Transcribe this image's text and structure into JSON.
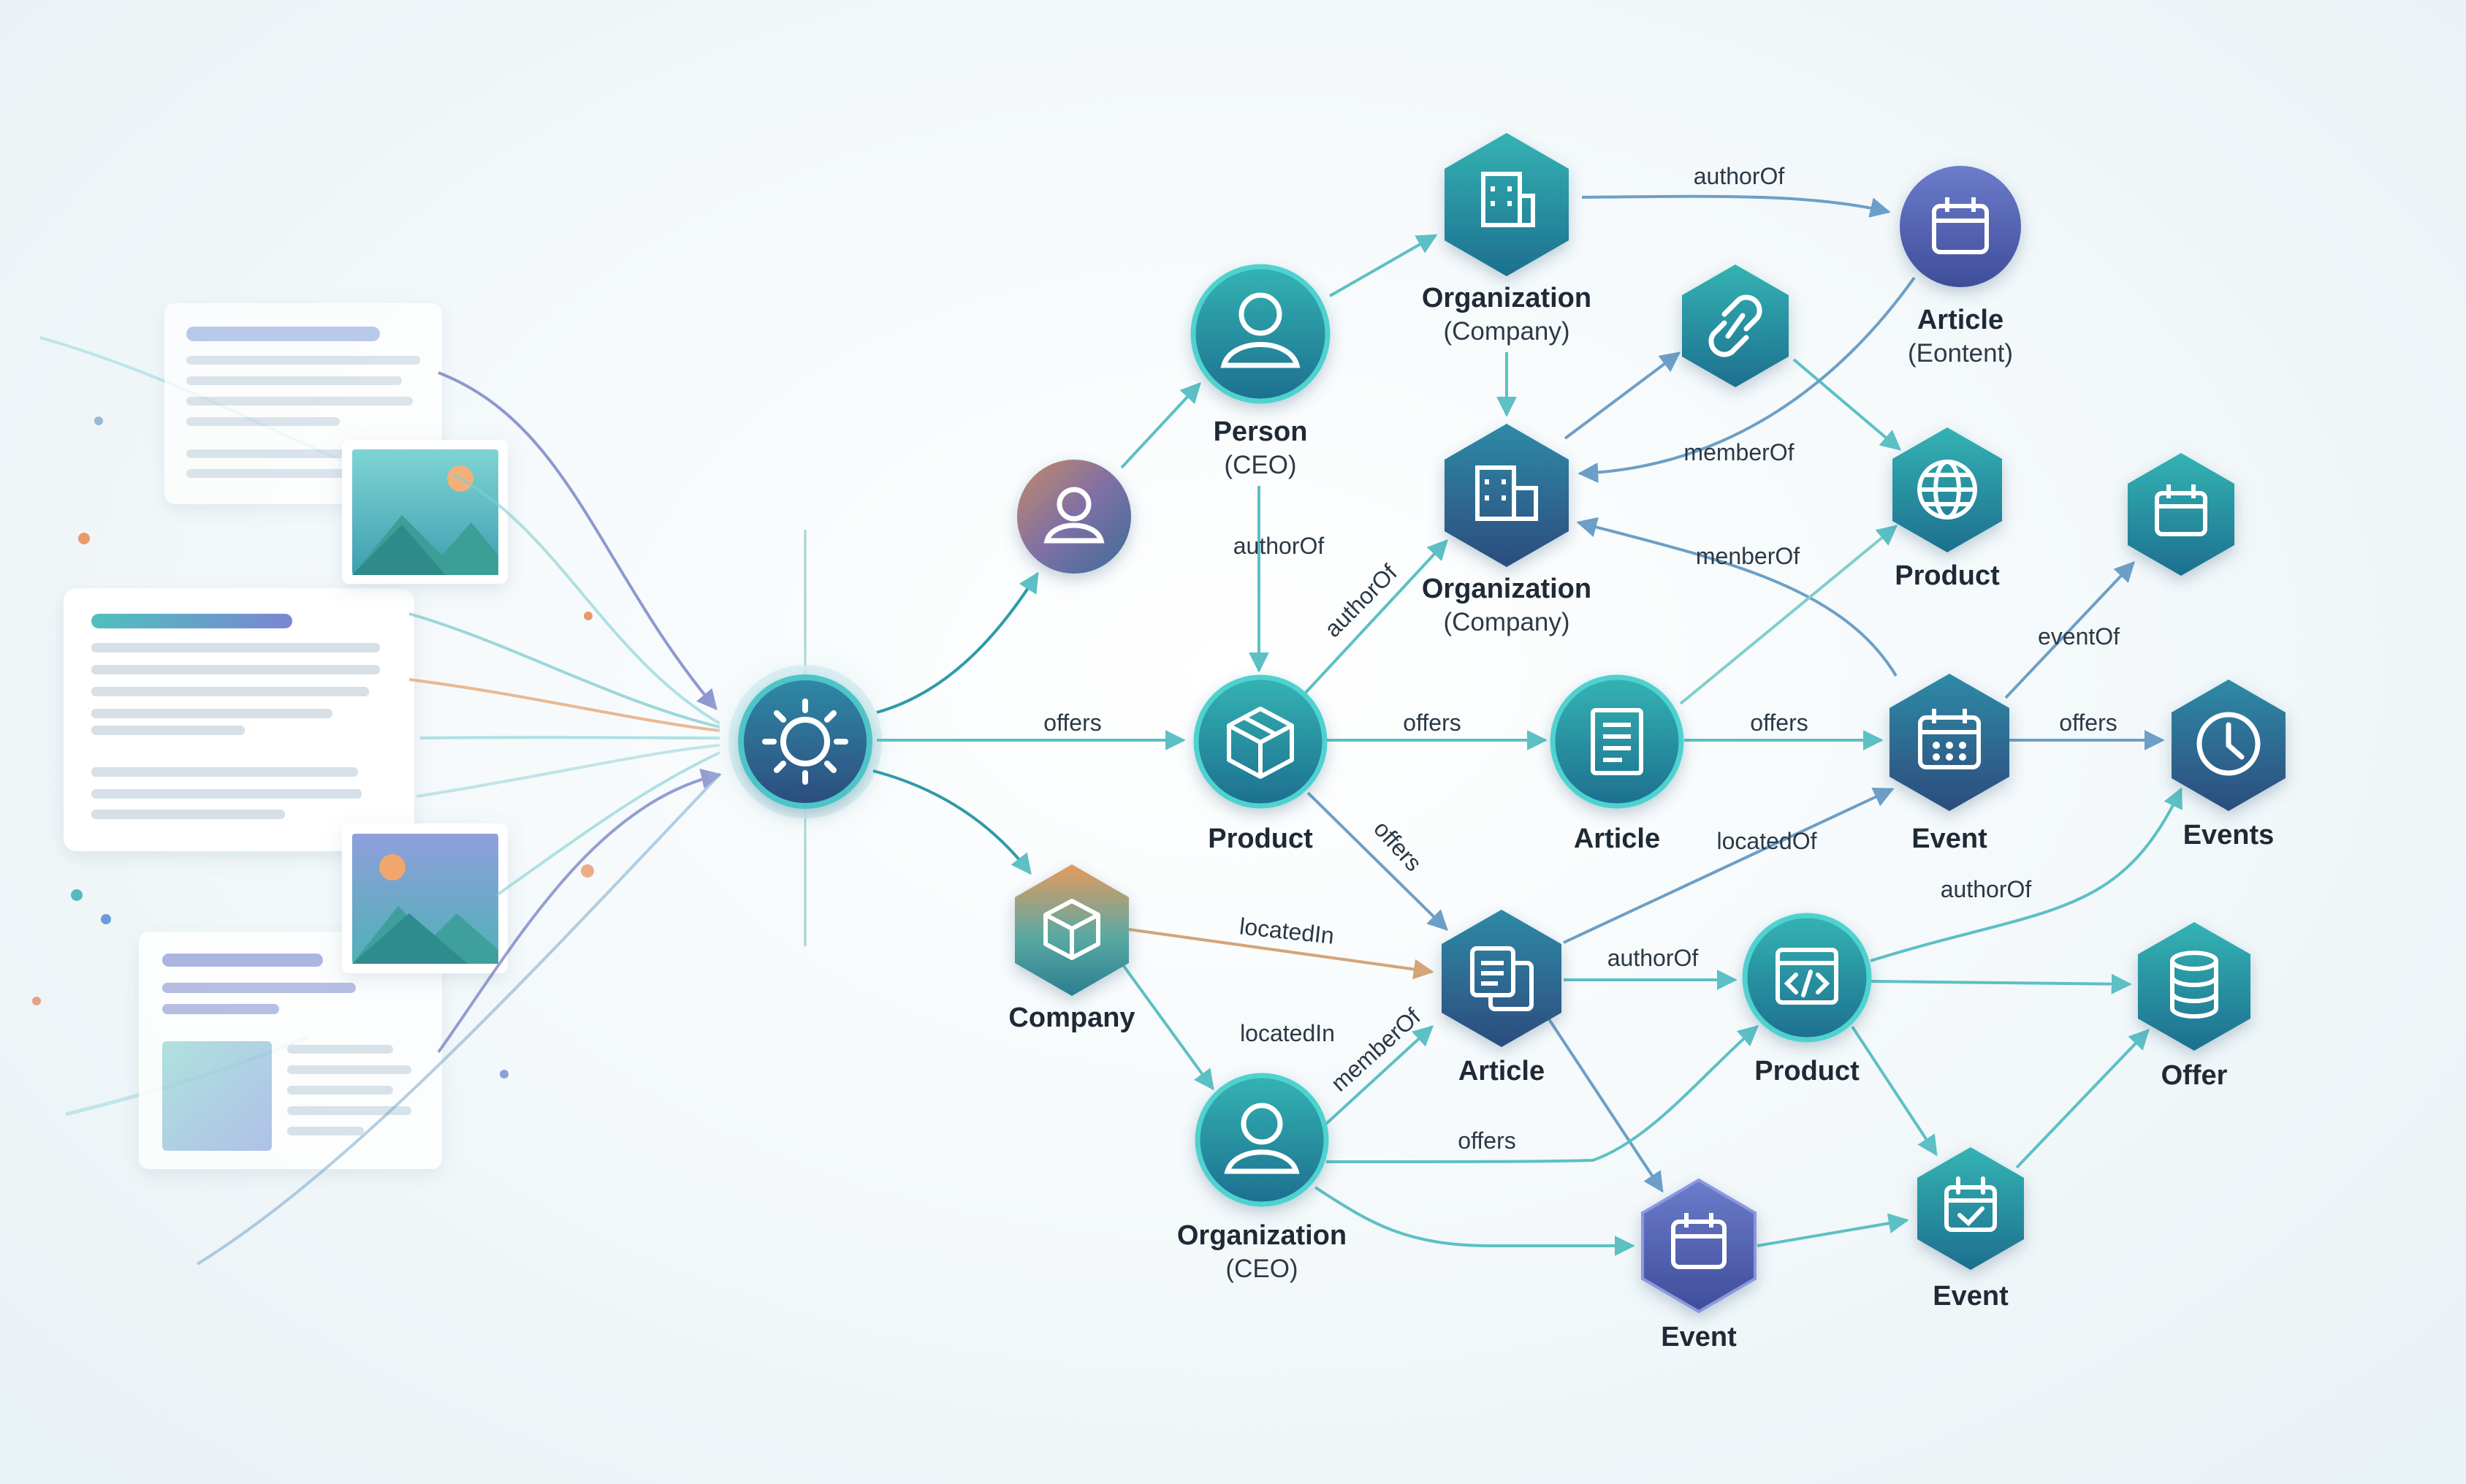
{
  "colors": {
    "teal": "#1f8f9f",
    "teal_light": "#3cb5b6",
    "navy": "#2e5686",
    "indigo": "#4a5aa8",
    "orange": "#e59a5e",
    "edge_teal": "#5cc0c4",
    "edge_blue": "#6c9fc7",
    "edge_tan": "#d3a57a"
  },
  "hub": {
    "icon": "gear-icon"
  },
  "nodes": {
    "person_small": {
      "icon": "user-icon"
    },
    "person_ceo": {
      "label": "Person",
      "sub": "(CEO)",
      "icon": "user-icon"
    },
    "org_top": {
      "label": "Organization",
      "sub": "(Company)",
      "icon": "building-icon"
    },
    "org_mid": {
      "label": "Organization",
      "sub": "(Company)",
      "icon": "building-icon"
    },
    "link": {
      "icon": "link-icon"
    },
    "article_top": {
      "label": "Article",
      "sub": "(Eontent)",
      "icon": "calendar-icon"
    },
    "product_globe": {
      "label": "Product",
      "icon": "globe-icon"
    },
    "calendar_right": {
      "icon": "calendar-icon"
    },
    "product_center": {
      "label": "Product",
      "icon": "box-icon"
    },
    "article_center": {
      "label": "Article",
      "icon": "document-icon"
    },
    "event_center": {
      "label": "Event",
      "icon": "calendar-grid-icon"
    },
    "events_clock": {
      "label": "Events",
      "icon": "clock-icon"
    },
    "company": {
      "label": "Company",
      "icon": "box-icon"
    },
    "article_low": {
      "label": "Article",
      "icon": "copy-icon"
    },
    "product_low": {
      "label": "Product",
      "icon": "code-window-icon"
    },
    "offer": {
      "label": "Offer",
      "icon": "database-icon"
    },
    "org_ceo": {
      "label": "Organization",
      "sub": "(CEO)",
      "icon": "user-icon"
    },
    "event_bottom": {
      "label": "Event",
      "icon": "calendar-icon"
    },
    "event_check": {
      "label": "Event",
      "icon": "calendar-check-icon"
    }
  },
  "edges": [
    {
      "id": "e1",
      "label": "authorOf"
    },
    {
      "id": "e2",
      "label": "authorOf"
    },
    {
      "id": "e3",
      "label": "authorOf"
    },
    {
      "id": "e4",
      "label": "memberOf"
    },
    {
      "id": "e5",
      "label": "menberOf"
    },
    {
      "id": "e6",
      "label": "offers"
    },
    {
      "id": "e7",
      "label": "offers"
    },
    {
      "id": "e8",
      "label": "offers"
    },
    {
      "id": "e9",
      "label": "offers"
    },
    {
      "id": "e10",
      "label": "offers"
    },
    {
      "id": "e11",
      "label": "locatedIn"
    },
    {
      "id": "e12",
      "label": "eventOf"
    },
    {
      "id": "e13",
      "label": "locatedOf"
    },
    {
      "id": "e14",
      "label": "authorOf"
    },
    {
      "id": "e15",
      "label": "locatedIn"
    },
    {
      "id": "e16",
      "label": "authorOf"
    },
    {
      "id": "e17",
      "label": "memberOf"
    },
    {
      "id": "e18",
      "label": "offers"
    }
  ]
}
